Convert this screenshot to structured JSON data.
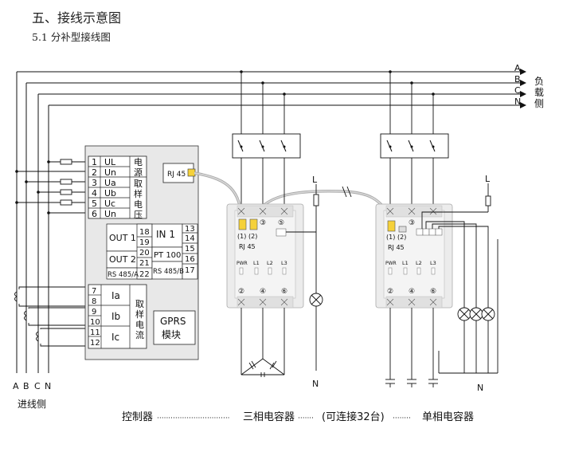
{
  "section_title": "五、接线示意图",
  "subsection_title": "5.1 分补型接线图",
  "bus_lines": [
    "A",
    "B",
    "C",
    "N"
  ],
  "load_side": [
    "负",
    "载",
    "侧"
  ],
  "incoming_side": "进线侧",
  "terminals": [
    {
      "num": "1",
      "label": "UL"
    },
    {
      "num": "2",
      "label": "Un"
    },
    {
      "num": "3",
      "label": "Ua"
    },
    {
      "num": "4",
      "label": "Ub"
    },
    {
      "num": "5",
      "label": "Uc"
    },
    {
      "num": "6",
      "label": "Un"
    }
  ],
  "power_group": [
    "电",
    "源"
  ],
  "voltage_group": [
    "取",
    "样",
    "电",
    "压"
  ],
  "current_group": [
    "取",
    "样",
    "电",
    "流"
  ],
  "current_terminals": [
    {
      "nums": [
        "7",
        "8"
      ],
      "label": "Ia"
    },
    {
      "nums": [
        "9",
        "10"
      ],
      "label": "Ib"
    },
    {
      "nums": [
        "11",
        "12"
      ],
      "label": "Ic"
    }
  ],
  "rj45": "RJ 45",
  "out_labels": {
    "out1": "OUT 1",
    "out2": "OUT 2",
    "rs485a": "RS 485/A",
    "in1": "IN 1",
    "pt100": "PT 100",
    "rs485b": "RS 485/B"
  },
  "out_nums": {
    "n18": "18",
    "n19": "19",
    "n20": "20",
    "n21": "21",
    "n22": "22",
    "n13": "13",
    "n14": "14",
    "n15": "15",
    "n16": "16",
    "n17": "17"
  },
  "gprs": [
    "GPRS",
    "模块"
  ],
  "capacitor": {
    "port_labels": [
      "(1)",
      "(2)"
    ],
    "rj45": "RJ 45",
    "indicators": [
      "PWR",
      "L1",
      "L2",
      "L3"
    ],
    "circled_top": [
      "③",
      "⑤"
    ],
    "circled_bottom": [
      "②",
      "④",
      "⑥"
    ]
  },
  "line_L": "L",
  "neutral_N": "N",
  "caption": {
    "controller": "控制器",
    "three_phase": "三相电容器",
    "chain_note": "(可连接32台)",
    "single_phase": "单相电容器",
    "dots1": "································",
    "dots2": "·······",
    "dots3": "········"
  }
}
